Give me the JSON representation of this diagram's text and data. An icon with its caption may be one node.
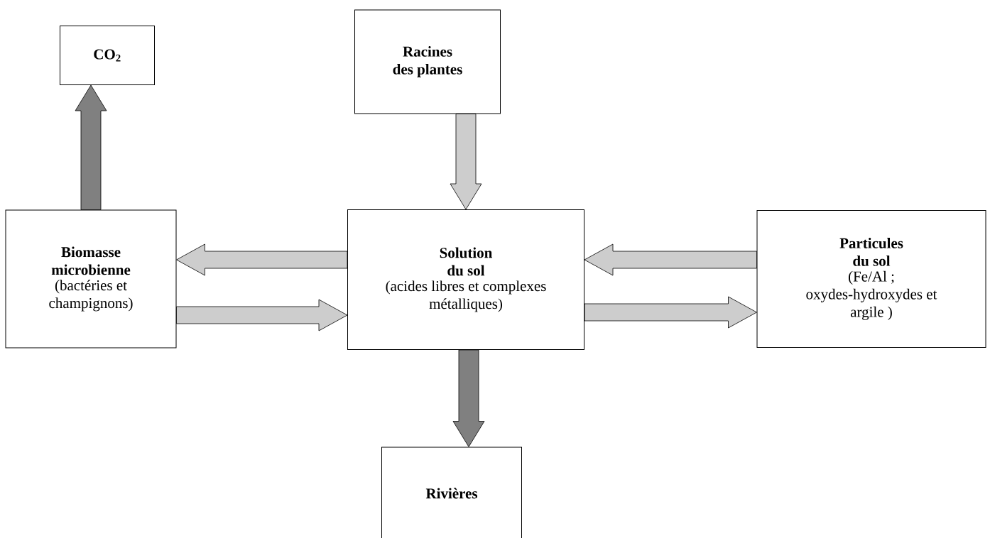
{
  "diagram": {
    "nodes": [
      {
        "text": [
          "CO$_{2}$"
        ]
      },
      {
        "text": [
          "Racines des plantes"
        ]
      },
      {
        "text": [
          "Biomasse microbienne",
          "(bactéries et champignons)"
        ]
      },
      {
        "text": [
          "Solution du sol",
          "(acides libres et complexes métalliques)"
        ]
      },
      {
        "text": [
          "Particules du sol",
          "(Fe/Al ; oxydes-hydroxydes et argile )"
        ]
      },
      {
        "text": [
          "Rivières"
        ]
      }
    ],
    "edges": [
      {
        "from": 2,
        "to": 0,
        "arrow": "to",
        "color": "#808080"
      },
      {
        "from": 1,
        "to": 3,
        "arrow": "to"
      },
      {
        "from": 3,
        "to": 2,
        "arrow": "to"
      },
      {
        "from": 2,
        "to": 3,
        "arrow": "to"
      },
      {
        "from": 4,
        "to": 3,
        "arrow": "to"
      },
      {
        "from": 3,
        "to": 4,
        "arrow": "to"
      },
      {
        "from": 3,
        "to": 5,
        "arrow": "to",
        "color": "#808080"
      }
    ]
  }
}
